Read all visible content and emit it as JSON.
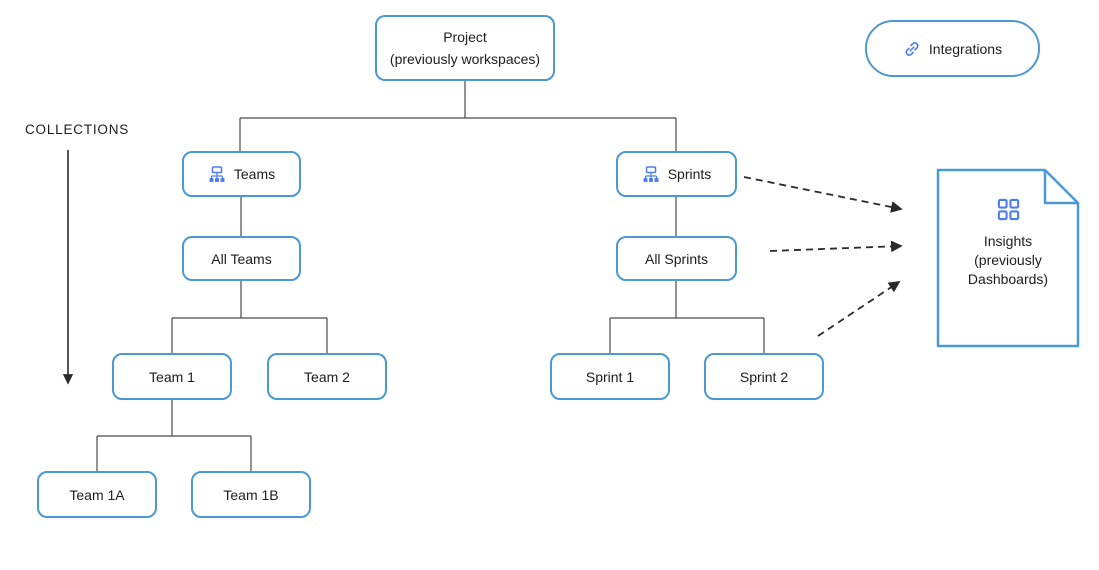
{
  "colors": {
    "box_border": "#4a99d3",
    "icon_blue": "#4f7df0",
    "line": "#2a2a2a",
    "text": "#1c1c1c"
  },
  "header": {
    "project": {
      "title": "Project",
      "subtitle": "(previously workspaces)"
    },
    "integrations": {
      "label": "Integrations",
      "icon": "link-icon"
    }
  },
  "collections": {
    "label": "COLLECTIONS"
  },
  "teams_branch": {
    "root": {
      "label": "Teams",
      "icon": "org-chart-icon"
    },
    "all": {
      "label": "All Teams"
    },
    "children": [
      {
        "label": "Team 1"
      },
      {
        "label": "Team 2"
      }
    ],
    "grandchildren": [
      {
        "label": "Team 1A"
      },
      {
        "label": "Team 1B"
      }
    ]
  },
  "sprints_branch": {
    "root": {
      "label": "Sprints",
      "icon": "org-chart-icon"
    },
    "all": {
      "label": "All Sprints"
    },
    "children": [
      {
        "label": "Sprint 1"
      },
      {
        "label": "Sprint 2"
      }
    ]
  },
  "insights": {
    "title": "Insights",
    "subtitle_line1": "(previously",
    "subtitle_line2": "Dashboards)",
    "icon": "grid-icon"
  }
}
